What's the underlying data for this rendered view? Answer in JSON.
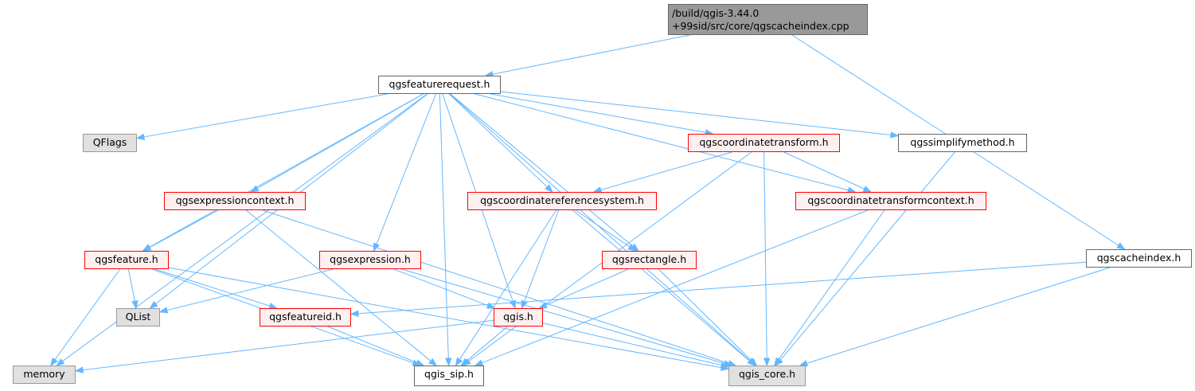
{
  "title": "",
  "colors": {
    "edge": "#63b8ff",
    "root_fill": "#999999",
    "root_border": "#666666",
    "red_border": "#ff0000",
    "red_fill": "#fff0f0",
    "gray_border": "#999999",
    "gray_fill": "#e0e0e0",
    "plain_border": "#666666"
  },
  "nodes": [
    {
      "id": "root",
      "kind": "root",
      "label_line1": "/build/qgis-3.44.0",
      "label_line2": "+99sid/src/core/qgscacheindex.cpp"
    },
    {
      "id": "featurerequest",
      "kind": "plain",
      "label": "qgsfeaturerequest.h"
    },
    {
      "id": "qflags",
      "kind": "gray",
      "label": "QFlags"
    },
    {
      "id": "coordtransform",
      "kind": "red",
      "label": "qgscoordinatetransform.h"
    },
    {
      "id": "simplify",
      "kind": "plain",
      "label": "qgssimplifymethod.h"
    },
    {
      "id": "exprcontext",
      "kind": "red",
      "label": "qgsexpressioncontext.h"
    },
    {
      "id": "crs",
      "kind": "red",
      "label": "qgscoordinatereferencesystem.h"
    },
    {
      "id": "ctcontext",
      "kind": "red",
      "label": "qgscoordinatetransformcontext.h"
    },
    {
      "id": "feature",
      "kind": "red",
      "label": "qgsfeature.h"
    },
    {
      "id": "expression",
      "kind": "red",
      "label": "qgsexpression.h"
    },
    {
      "id": "rectangle",
      "kind": "red",
      "label": "qgsrectangle.h"
    },
    {
      "id": "cacheindex",
      "kind": "plain",
      "label": "qgscacheindex.h"
    },
    {
      "id": "qlist",
      "kind": "gray",
      "label": "QList"
    },
    {
      "id": "featureid",
      "kind": "red",
      "label": "qgsfeatureid.h"
    },
    {
      "id": "qgis",
      "kind": "red",
      "label": "qgis.h"
    },
    {
      "id": "memory",
      "kind": "gray",
      "label": "memory"
    },
    {
      "id": "sip",
      "kind": "plain",
      "label": "qgis_sip.h"
    },
    {
      "id": "core",
      "kind": "gray",
      "label": "qgis_core.h"
    }
  ],
  "edges": [
    {
      "from": "root",
      "to": "featurerequest"
    },
    {
      "from": "root",
      "to": "cacheindex"
    },
    {
      "from": "featurerequest",
      "to": "memory"
    },
    {
      "from": "featurerequest",
      "to": "qlist"
    },
    {
      "from": "featurerequest",
      "to": "qflags"
    },
    {
      "from": "featurerequest",
      "to": "feature"
    },
    {
      "from": "featurerequest",
      "to": "exprcontext"
    },
    {
      "from": "featurerequest",
      "to": "sip"
    },
    {
      "from": "featurerequest",
      "to": "expression"
    },
    {
      "from": "featurerequest",
      "to": "qgis"
    },
    {
      "from": "featurerequest",
      "to": "crs"
    },
    {
      "from": "featurerequest",
      "to": "rectangle"
    },
    {
      "from": "featurerequest",
      "to": "coordtransform"
    },
    {
      "from": "featurerequest",
      "to": "ctcontext"
    },
    {
      "from": "featurerequest",
      "to": "simplify"
    },
    {
      "from": "featurerequest",
      "to": "core"
    },
    {
      "from": "coordtransform",
      "to": "crs"
    },
    {
      "from": "coordtransform",
      "to": "ctcontext"
    },
    {
      "from": "coordtransform",
      "to": "sip"
    },
    {
      "from": "coordtransform",
      "to": "core"
    },
    {
      "from": "simplify",
      "to": "core"
    },
    {
      "from": "exprcontext",
      "to": "feature"
    },
    {
      "from": "exprcontext",
      "to": "sip"
    },
    {
      "from": "exprcontext",
      "to": "core"
    },
    {
      "from": "crs",
      "to": "qgis"
    },
    {
      "from": "crs",
      "to": "rectangle"
    },
    {
      "from": "crs",
      "to": "sip"
    },
    {
      "from": "crs",
      "to": "core"
    },
    {
      "from": "ctcontext",
      "to": "sip"
    },
    {
      "from": "ctcontext",
      "to": "core"
    },
    {
      "from": "feature",
      "to": "qlist"
    },
    {
      "from": "feature",
      "to": "featureid"
    },
    {
      "from": "feature",
      "to": "memory"
    },
    {
      "from": "feature",
      "to": "sip"
    },
    {
      "from": "feature",
      "to": "core"
    },
    {
      "from": "expression",
      "to": "qlist"
    },
    {
      "from": "expression",
      "to": "qgis"
    },
    {
      "from": "expression",
      "to": "core"
    },
    {
      "from": "rectangle",
      "to": "qgis"
    },
    {
      "from": "rectangle",
      "to": "core"
    },
    {
      "from": "cacheindex",
      "to": "featureid"
    },
    {
      "from": "cacheindex",
      "to": "core"
    },
    {
      "from": "featureid",
      "to": "sip"
    },
    {
      "from": "qgis",
      "to": "memory"
    },
    {
      "from": "qgis",
      "to": "sip"
    },
    {
      "from": "qgis",
      "to": "core"
    }
  ]
}
